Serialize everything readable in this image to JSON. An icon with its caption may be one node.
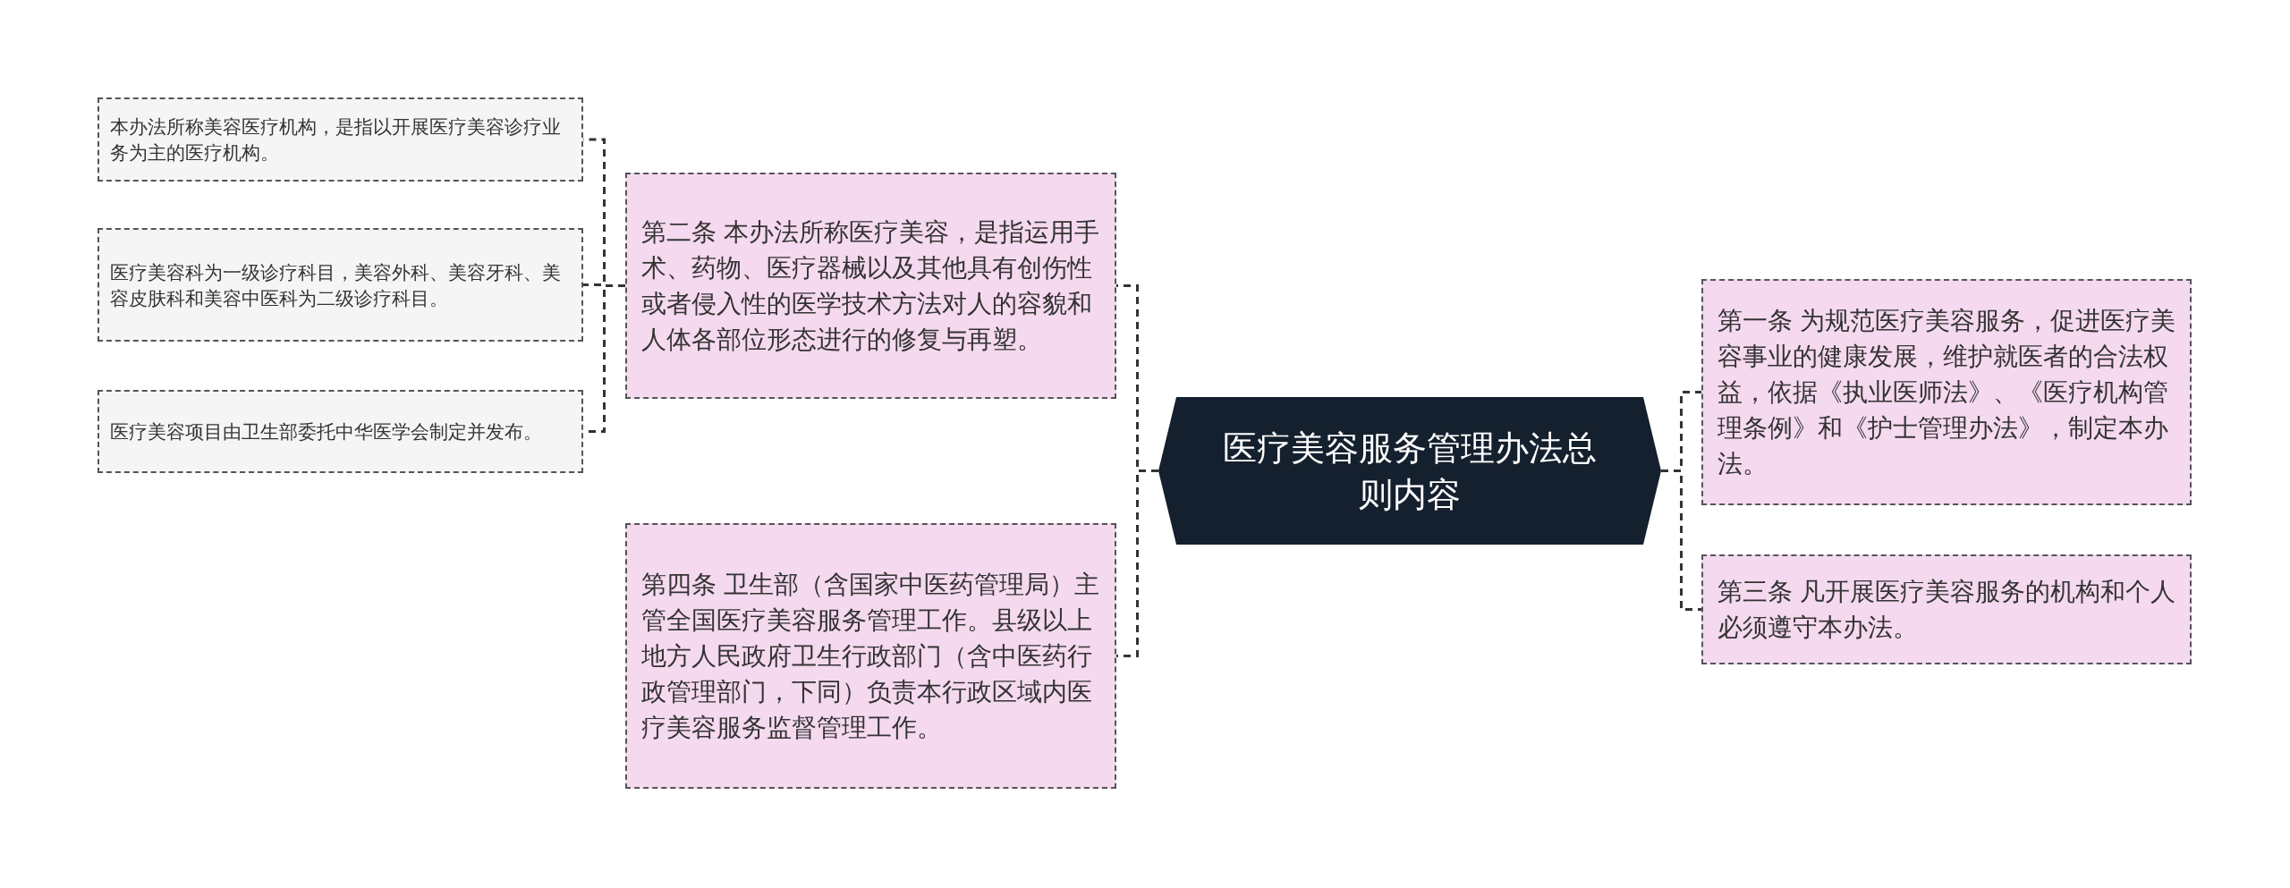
{
  "diagram": {
    "nodes": [
      {
        "text": [
          "医疗美容服务管理办法总则内容"
        ]
      },
      {
        "text": [
          "第二条 本办法所称医疗美容，是指运用手术、药物、医疗器械以及其他具有创伤性或者侵入性的医学技术方法对人的容貌和人体各部位形态进行的修复与再塑。"
        ]
      },
      {
        "text": [
          "本办法所称美容医疗机构，是指以开展医疗美容诊疗业务为主的医疗机构。"
        ]
      },
      {
        "text": [
          "医疗美容科为一级诊疗科目，美容外科、美容牙科、美容皮肤科和美容中医科为二级诊疗科目。"
        ]
      },
      {
        "text": [
          "医疗美容项目由卫生部委托中华医学会制定并发布。"
        ]
      },
      {
        "text": [
          "第四条 卫生部（含国家中医药管理局）主管全国医疗美容服务管理工作。县级以上地方人民政府卫生行政部门（含中医药行政管理部门，下同）负责本行政区域内医疗美容服务监督管理工作。"
        ]
      },
      {
        "text": [
          "第一条 为规范医疗美容服务，促进医疗美容事业的健康发展，维护就医者的合法权益，依据《执业医师法》、《医疗机构管理条例》和《护士管理办法》，制定本办法。"
        ]
      },
      {
        "text": [
          "第三条 凡开展医疗美容服务的机构和个人必须遵守本办法。"
        ]
      }
    ],
    "edges": [
      {
        "from": 0,
        "to": 1,
        "arrow": "none"
      },
      {
        "from": 0,
        "to": 5,
        "arrow": "none"
      },
      {
        "from": 0,
        "to": 6,
        "arrow": "none"
      },
      {
        "from": 0,
        "to": 7,
        "arrow": "none"
      },
      {
        "from": 1,
        "to": 2,
        "arrow": "none"
      },
      {
        "from": 1,
        "to": 3,
        "arrow": "none"
      },
      {
        "from": 1,
        "to": 4,
        "arrow": "none"
      }
    ]
  }
}
